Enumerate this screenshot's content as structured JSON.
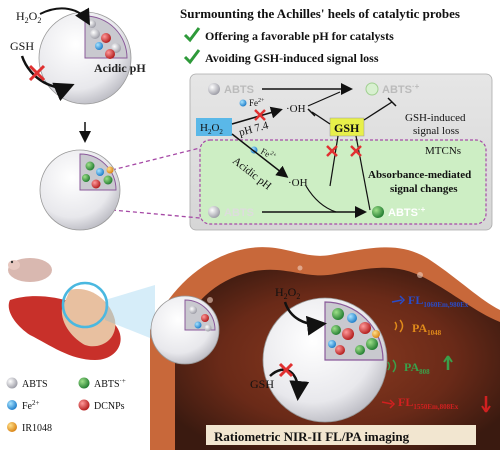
{
  "header": {
    "title": "Surmounting the Achilles' heels of catalytic probes",
    "check1": "Offering a favorable pH for catalysts",
    "check2": "Avoiding GSH-induced signal loss"
  },
  "top_sphere": {
    "h2o2": "H",
    "h2o2_sub": "2",
    "h2o2_o": "O",
    "h2o2_sub2": "2",
    "gsh": "GSH",
    "acidic": "Acidic pH"
  },
  "mechanism": {
    "abts_top_left": "ABTS",
    "abts_top_right": "ABTS",
    "abts_radical_sup": "·+",
    "fe2_top": "Fe",
    "fe2_sup": "2+",
    "h2o2_box": "H",
    "h2o2_box_sub": "2",
    "h2o2_box_o": "O",
    "h2o2_box_sub2": "2",
    "oh_top": "·OH",
    "ph74": "pH 7.4",
    "gsh_box": "GSH",
    "gsh_signal_loss_1": "GSH-induced",
    "gsh_signal_loss_2": "signal loss",
    "mtcns_label": "MTCNs",
    "fe2_bottom": "Fe",
    "fe2_bottom_sup": "2+",
    "oh_bottom": "·OH",
    "acidic_ph": "Acidic pH",
    "absorbance_1": "Absorbance-mediated",
    "absorbance_2": "signal changes",
    "abts_bottom_left": "ABTS",
    "abts_bottom_right": "ABTS"
  },
  "legend": {
    "abts": "ABTS",
    "abts_radical": "ABTS",
    "abts_radical_sup": "·+",
    "fe": "Fe",
    "fe_sup": "2+",
    "dcnps": "DCNPs",
    "ir1048": "IR1048"
  },
  "bottom": {
    "h2o2": "H",
    "h2o2_sub": "2",
    "h2o2_o": "O",
    "h2o2_sub2": "2",
    "gsh": "GSH",
    "fl1_main": "FL",
    "fl1_sub": "1060Em,980Ex",
    "pa1_main": "PA",
    "pa1_sub": "1048",
    "pa2_main": "PA",
    "pa2_sub": "808",
    "fl2_main": "FL",
    "fl2_sub": "1550Em,808Ex",
    "caption": "Ratiometric NIR-II FL/PA imaging"
  },
  "colors": {
    "abts_gray": "#b0b0b8",
    "abts_radical_green": "#3aa04a",
    "fe_blue": "#35a3e0",
    "dcnps_red": "#e02a2a",
    "ir1048_orange": "#f0a020",
    "check_green": "#2e9a3a",
    "cross_red": "#e03030",
    "mtcns_box": "#c8ecc0",
    "gsh_yellow": "#e8f04a",
    "h2o2_blue": "#5ab8e8",
    "tissue_dark": "#5a2a1a",
    "tissue_orange": "#c86a3a",
    "fl_blue": "#2a4cc8",
    "pa_orange": "#e08a1a",
    "pa_green": "#3aa04a",
    "fl_red": "#d02020"
  }
}
